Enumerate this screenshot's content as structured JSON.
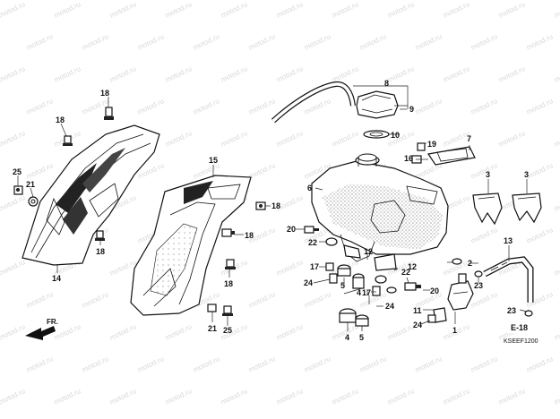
{
  "watermark": "motod.ru",
  "diagram_code": "KSEEF1200",
  "ref_page": "E-18",
  "front_arrow_label": "FR.",
  "callouts": {
    "c1": "1",
    "c2": "2",
    "c3a": "3",
    "c3b": "3",
    "c4a": "4",
    "c4b": "4",
    "c5a": "5",
    "c5b": "5",
    "c6": "6",
    "c7": "7",
    "c8": "8",
    "c9": "9",
    "c10": "10",
    "c11": "11",
    "c12a": "12",
    "c12b": "12",
    "c13": "13",
    "c14": "14",
    "c15": "15",
    "c16": "16",
    "c17a": "17",
    "c17b": "17",
    "c18a": "18",
    "c18b": "18",
    "c18c": "18",
    "c18d": "18",
    "c18e": "18",
    "c18f": "18",
    "c19": "19",
    "c20a": "20",
    "c20b": "20",
    "c21a": "21",
    "c21b": "21",
    "c22a": "22",
    "c22b": "22",
    "c23a": "23",
    "c23b": "23",
    "c24a": "24",
    "c24b": "24",
    "c24c": "24",
    "c25a": "25",
    "c25b": "25"
  }
}
